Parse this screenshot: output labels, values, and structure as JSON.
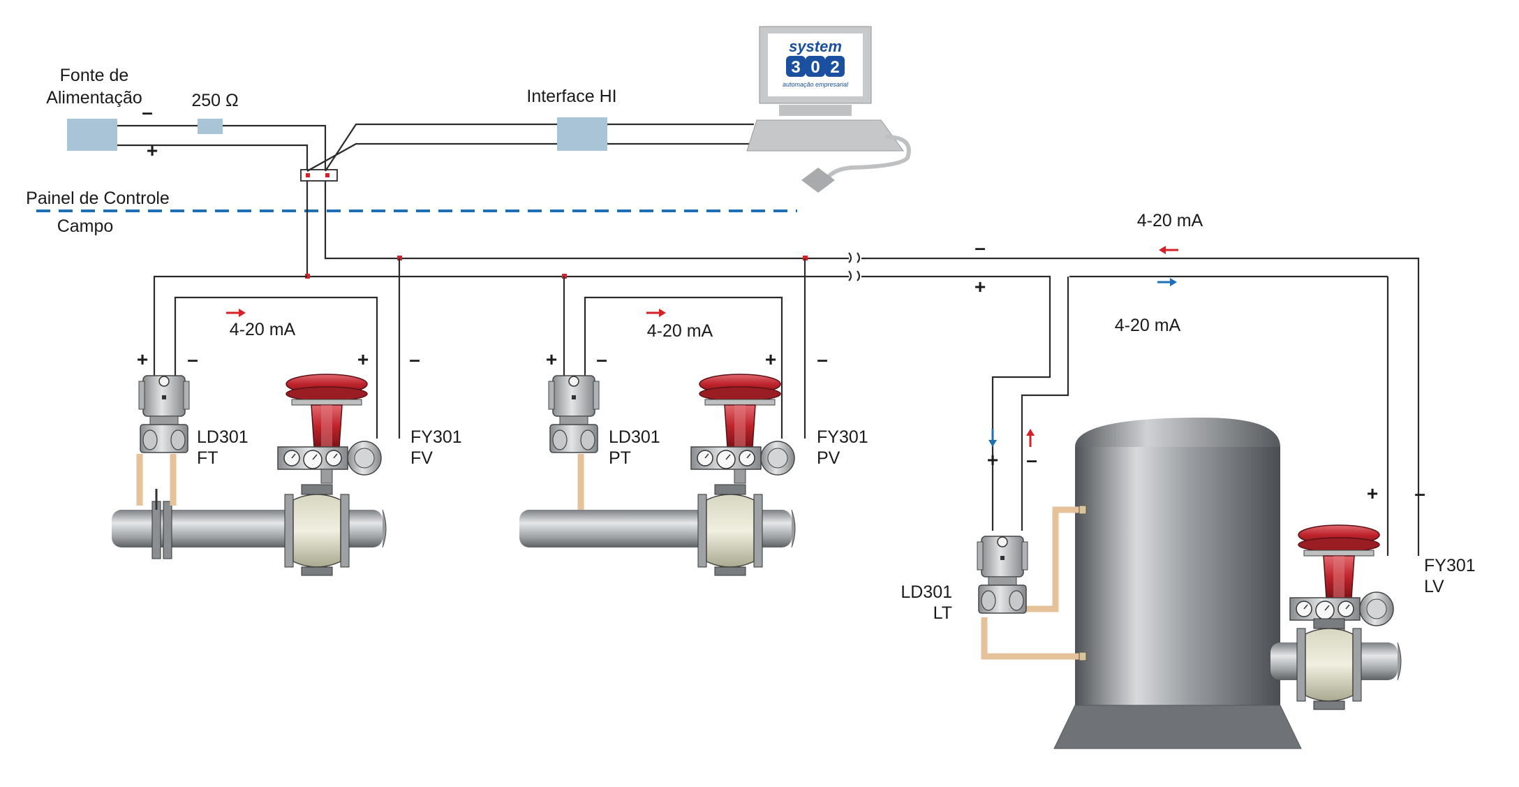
{
  "labels": {
    "power_supply_line1": "Fonte de",
    "power_supply_line2": "Alimentação",
    "resistor": "250 Ω",
    "interface": "Interface HI",
    "control_panel": "Painel de Controle",
    "field": "Campo",
    "current_top_right": "4-20 mA",
    "current_right_lower": "4-20 mA",
    "current_loop1": "4-20 mA",
    "current_loop2": "4-20 mA",
    "ft_model": "LD301",
    "ft_tag": "FT",
    "fv_model": "FY301",
    "fv_tag": "FV",
    "pt_model": "LD301",
    "pt_tag": "PT",
    "pv_model": "FY301",
    "pv_tag": "PV",
    "lt_model": "LD301",
    "lt_tag": "LT",
    "lv_model": "FY301",
    "lv_tag": "LV",
    "plus": "+",
    "minus": "–"
  },
  "logo": {
    "word": "system",
    "digits": [
      "3",
      "0",
      "2"
    ],
    "tagline": "automação empresarial"
  },
  "colors": {
    "module_blue": "#a9c4d6",
    "panel_line": "#1f6fb5",
    "arrow_red": "#d6202a",
    "arrow_blue": "#1f6fb5",
    "valve_red": "#c0242c",
    "logo_blue": "#1b4fa0"
  }
}
